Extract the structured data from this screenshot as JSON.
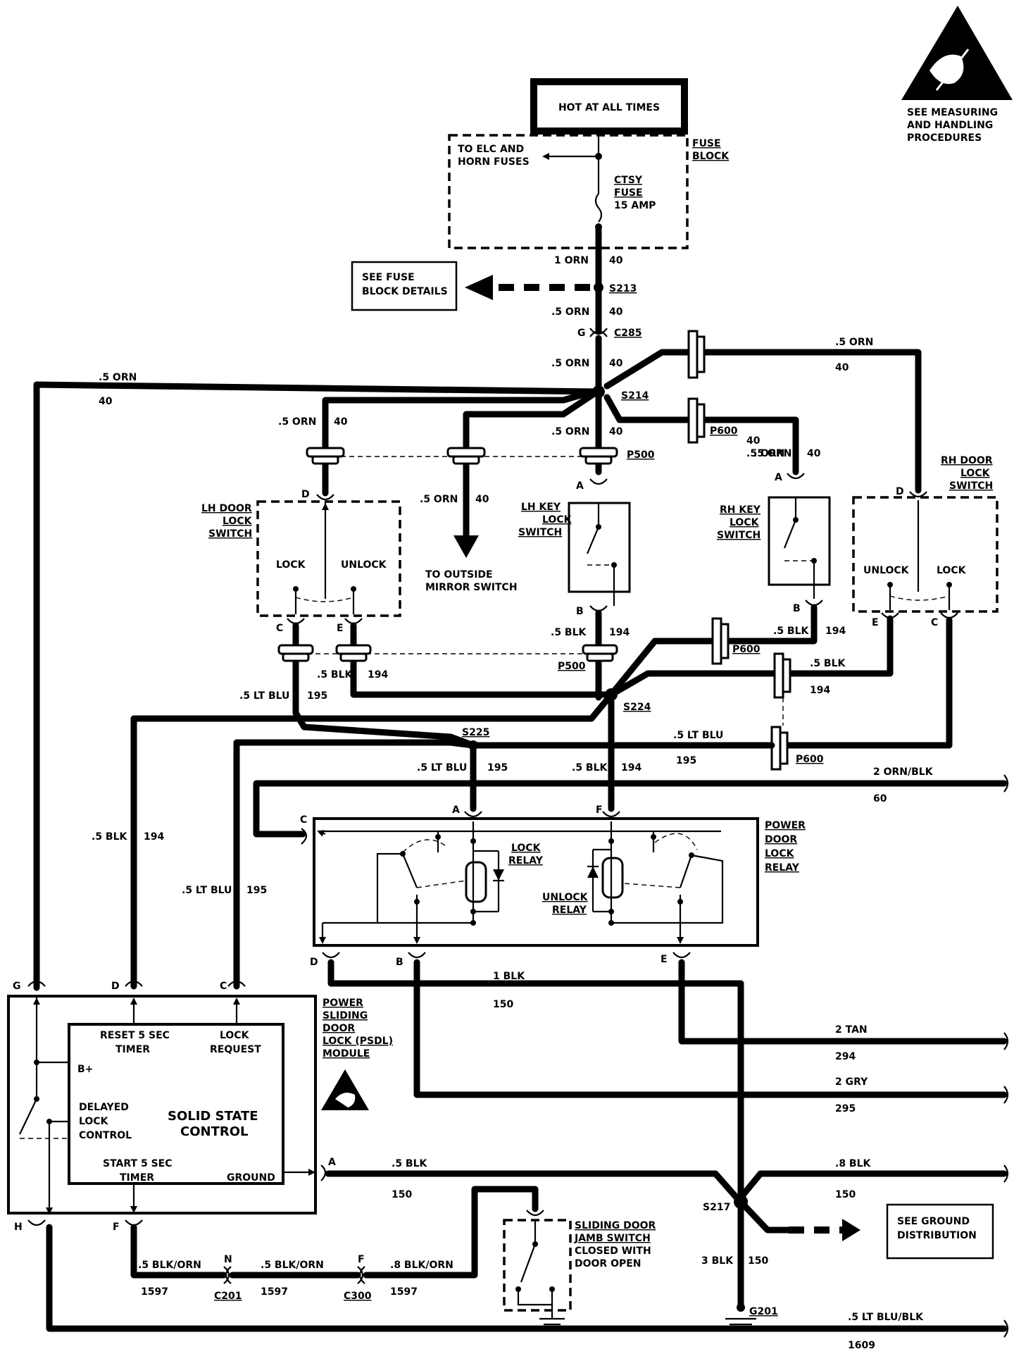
{
  "header": {
    "hot_at_all_times": "HOT AT ALL TIMES",
    "esd_notice": [
      "SEE MEASURING",
      "AND HANDLING",
      "PROCEDURES"
    ]
  },
  "fuse_block": {
    "title": [
      "FUSE",
      "BLOCK"
    ],
    "to_elc": [
      "TO ELC AND",
      "HORN FUSES"
    ],
    "fuse": [
      "CTSY",
      "FUSE",
      "15 AMP"
    ]
  },
  "see_fuse_block": [
    "SEE FUSE",
    "BLOCK DETAILS"
  ],
  "see_ground": [
    "SEE GROUND",
    "DISTRIBUTION"
  ],
  "splices": {
    "s213": "S213",
    "s214": "S214",
    "s224": "S224",
    "s225": "S225",
    "s217": "S217"
  },
  "connectors": {
    "c285": "C285",
    "p500a": "P500",
    "p500b": "P500",
    "p600a": "P600",
    "p600b": "P600",
    "p600c": "P600",
    "c201": "C201",
    "c300": "C300",
    "g201": "G201"
  },
  "pins": {
    "g_c285": "G",
    "lh_d": "D",
    "lh_c": "C",
    "lh_e": "E",
    "lhk_a": "A",
    "lhk_b": "B",
    "rhk_a": "A",
    "rhk_b": "B",
    "rh_d": "D",
    "rh_e": "E",
    "rh_c": "C",
    "relay_a": "A",
    "relay_f": "F",
    "relay_c": "C",
    "relay_d": "D",
    "relay_b": "B",
    "relay_e": "E",
    "mod_g": "G",
    "mod_d": "D",
    "mod_c": "C",
    "mod_a": "A",
    "mod_h": "H",
    "mod_f": "F",
    "c201_n": "N",
    "c300_f": "F"
  },
  "wires": {
    "w1": "1 ORN",
    "w1n": "40",
    "w2": ".5 ORN",
    "w2n": "40",
    "w3": ".5 ORN",
    "w3n": "40",
    "w4": ".5 ORN",
    "w4n": "40",
    "w5": ".5 ORN",
    "w5n": "40",
    "w6": ".5 ORN",
    "w6n": "40",
    "w7": ".5 ORN",
    "w7n": "40",
    "w8": ".5 ORN",
    "w8n": "40",
    "w9": ".5 ORN",
    "w9n": "40",
    "w10": ".5 ORN",
    "w10n": "40",
    "w11": ".5 BLK",
    "w11n": "194",
    "w12": ".5 BLK",
    "w12n": "194",
    "w13": ".5 BLK",
    "w13n": "194",
    "w14": ".5 BLK",
    "w14n": "194",
    "w15": ".5 LT BLU",
    "w15n": "195",
    "w16": ".5 LT BLU",
    "w16n": "195",
    "w17": ".5 LT BLU",
    "w17n": "195",
    "w18": ".5 BLK",
    "w18n": "194",
    "w19": "2 ORN/BLK",
    "w19n": "60",
    "w20": ".5 BLK",
    "w20n": "194",
    "w21": ".5 LT BLU",
    "w21n": "195",
    "w22": "1 BLK",
    "w22n": "150",
    "w23": "2 TAN",
    "w23n": "294",
    "w24": "2 GRY",
    "w24n": "295",
    "w25": ".5 BLK",
    "w25n": "150",
    "w26": ".8 BLK",
    "w26n": "150",
    "w27": "3 BLK",
    "w27n": "150",
    "w28": ".5 BLK/ORN",
    "w28n": "1597",
    "w29": ".5 BLK/ORN",
    "w29n": "1597",
    "w30": ".8 BLK/ORN",
    "w30n": "1597",
    "w31": ".5 LT BLU/BLK",
    "w31n": "1609"
  },
  "lh_door_switch": {
    "title": [
      "LH DOOR",
      "LOCK",
      "SWITCH"
    ],
    "lock": "LOCK",
    "unlock": "UNLOCK"
  },
  "rh_door_switch": {
    "title": [
      "RH DOOR",
      "LOCK",
      "SWITCH"
    ],
    "lock": "LOCK",
    "unlock": "UNLOCK"
  },
  "lh_key_switch": {
    "title": [
      "LH KEY",
      "LOCK",
      "SWITCH"
    ]
  },
  "rh_key_switch": {
    "title": [
      "RH KEY",
      "LOCK",
      "SWITCH"
    ]
  },
  "mirror": [
    "TO OUTSIDE",
    "MIRROR SWITCH"
  ],
  "relay": {
    "title": [
      "POWER",
      "DOOR",
      "LOCK",
      "RELAY"
    ],
    "lock_relay": [
      "LOCK",
      "RELAY"
    ],
    "unlock_relay": [
      "UNLOCK",
      "RELAY"
    ]
  },
  "psdl": {
    "title": [
      "POWER",
      "SLIDING",
      "DOOR",
      "LOCK (PSDL)",
      "MODULE"
    ],
    "reset": [
      "RESET 5 SEC",
      "TIMER"
    ],
    "lock_request": [
      "LOCK",
      "REQUEST"
    ],
    "bplus": "B+",
    "delayed": [
      "DELAYED",
      "LOCK",
      "CONTROL"
    ],
    "solid": [
      "SOLID STATE",
      "CONTROL"
    ],
    "start": [
      "START 5 SEC",
      "TIMER"
    ],
    "ground": "GROUND"
  },
  "jamb_switch": [
    "SLIDING DOOR",
    "JAMB SWITCH",
    "CLOSED WITH",
    "DOOR OPEN"
  ]
}
